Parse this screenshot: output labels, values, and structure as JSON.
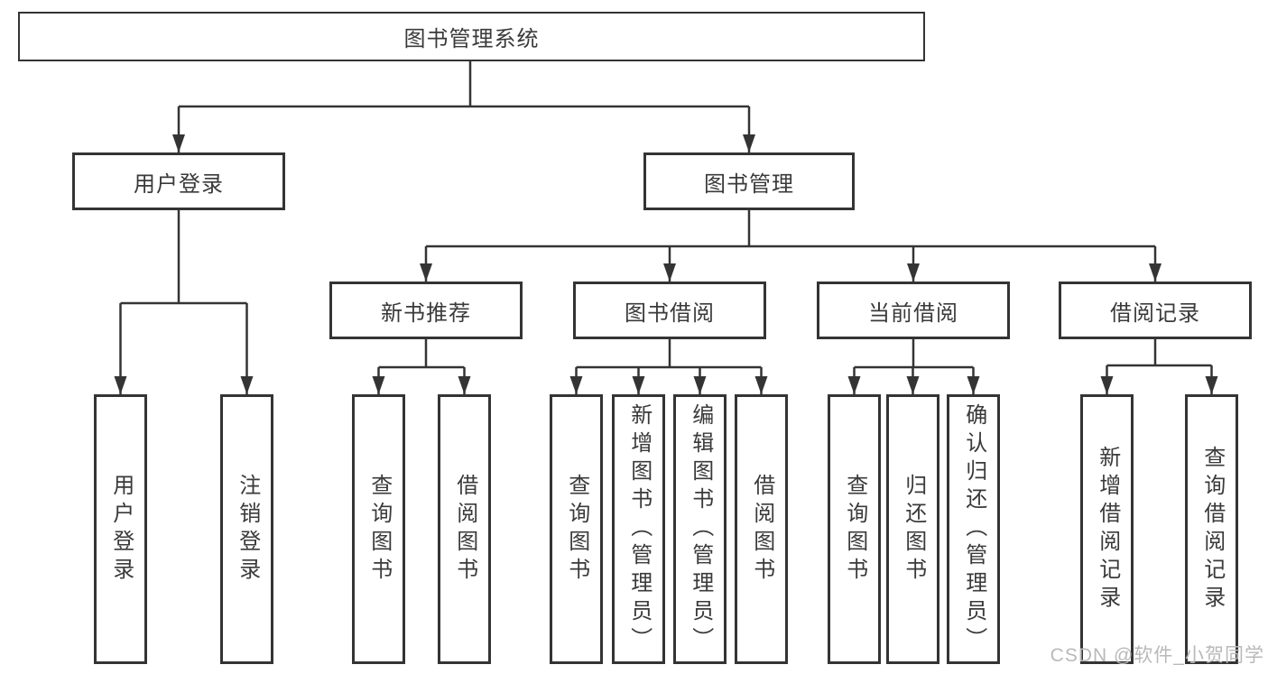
{
  "colors": {
    "line": "#343434",
    "text": "#3a3a3a",
    "background": "#ffffff",
    "box_bg": "#ffffff",
    "watermark": "#b9b9b9"
  },
  "diagram": {
    "root": "图书管理系统",
    "level2": {
      "user_login": "用户登录",
      "book_mgmt": "图书管理"
    },
    "level3": {
      "new_books": "新书推荐",
      "book_borrow": "图书借阅",
      "current_borrow": "当前借阅",
      "borrow_records": "借阅记录"
    },
    "leaves": {
      "user_login": [
        "用户登录",
        "注销登录"
      ],
      "new_books": [
        "查询图书",
        "借阅图书"
      ],
      "book_borrow": [
        "查询图书",
        "新增图书（管理员）",
        "编辑图书（管理员）",
        "借阅图书"
      ],
      "current_borrow": [
        "查询图书",
        "归还图书",
        "确认归还（管理员）"
      ],
      "borrow_records": [
        "新增借阅记录",
        "查询借阅记录"
      ]
    }
  },
  "watermark": "CSDN @软件_小贺同学"
}
